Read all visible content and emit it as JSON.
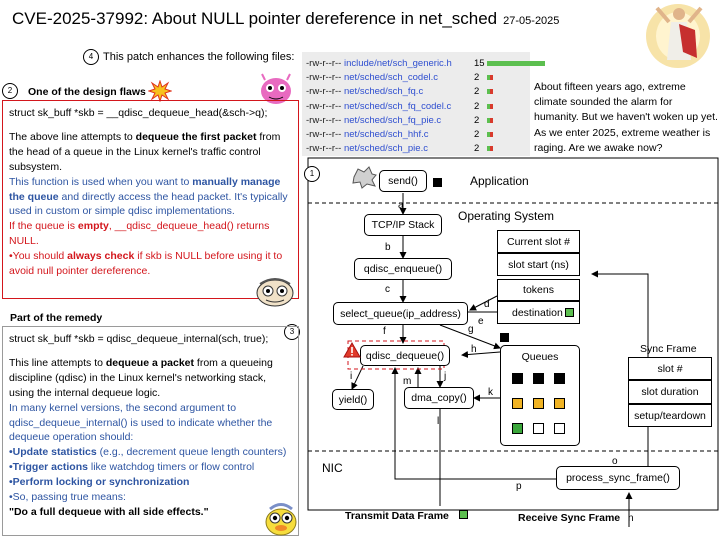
{
  "header": {
    "title": "CVE-2025-37992: About NULL pointer dereference in net_sched",
    "date": "27-05-2025"
  },
  "patch_note": {
    "badge": "4",
    "text": "This patch enhances the following files:"
  },
  "files": [
    {
      "perm": "-rw-r--r--",
      "path": "include/net/sch_generic.h",
      "count": "15",
      "add_fraction": 1.0
    },
    {
      "perm": "-rw-r--r--",
      "path": "net/sched/sch_codel.c",
      "count": "2",
      "add_fraction": 0.5
    },
    {
      "perm": "-rw-r--r--",
      "path": "net/sched/sch_fq.c",
      "count": "2",
      "add_fraction": 0.5
    },
    {
      "perm": "-rw-r--r--",
      "path": "net/sched/sch_fq_codel.c",
      "count": "2",
      "add_fraction": 0.5
    },
    {
      "perm": "-rw-r--r--",
      "path": "net/sched/sch_fq_pie.c",
      "count": "2",
      "add_fraction": 0.5
    },
    {
      "perm": "-rw-r--r--",
      "path": "net/sched/sch_hhf.c",
      "count": "2",
      "add_fraction": 0.5
    },
    {
      "perm": "-rw-r--r--",
      "path": "net/sched/sch_pie.c",
      "count": "2",
      "add_fraction": 0.5
    }
  ],
  "colors": {
    "add": "#5cbf4f",
    "del": "#d83a2c",
    "flaw_border": "#d3161c",
    "remedy_border": "#9a9a9a",
    "blue_text": "#2e55a2",
    "red_text": "#d3161c",
    "link": "#2f4fd0"
  },
  "climate_note": "About fifteen years ago, extreme climate sounded the alarm for humanity. But we haven't woken up yet. As we enter 2025, extreme weather is raging. Are we awake now?",
  "design_flaws": {
    "badge": "2",
    "heading": "One of the design flaws",
    "code": "struct sk_buff *skb = __qdisc_dequeue_head(&sch->q);",
    "p1_a": "The above line attempts to ",
    "p1_b": "dequeue the first packet",
    "p1_c": " from the head of a queue in the Linux kernel's traffic control subsystem.",
    "p2_a": "This function is used when you want to ",
    "p2_b": "manually manage the queue",
    "p2_c": " and directly access the head packet. It's typically used in custom or simple qdisc implementations.",
    "p3_a": "If the queue is ",
    "p3_b": "empty",
    "p3_c": ", __qdisc_dequeue_head() returns NULL.",
    "p4_a": "•You should ",
    "p4_b": "always check",
    "p4_c": " if skb is NULL before using it to avoid null pointer dereference."
  },
  "remedy": {
    "badge": "3",
    "heading": "Part of the remedy",
    "code": "struct sk_buff *skb = qdisc_dequeue_internal(sch, true);",
    "p1_a": "This line attempts to ",
    "p1_b": "dequeue a packet",
    "p1_c": " from a queueing discipline (qdisc) in the Linux kernel's networking stack, using the internal dequeue logic.",
    "p2": "In many kernel versions, the second argument to qdisc_dequeue_internal() is used to indicate whether the dequeue operation should:",
    "b1_a": "•Update statistics",
    "b1_b": " (e.g., decrement queue length counters)",
    "b2_a": "•Trigger actions",
    "b2_b": " like watchdog timers or flow control",
    "b3": "•Perform locking or synchronization",
    "p3": "•So, passing true means:",
    "p4": "\"Do a full dequeue with all side effects.\""
  },
  "diagram": {
    "badge": "1",
    "layers": {
      "application": "Application",
      "os": "Operating System",
      "nic": "NIC"
    },
    "boxes": {
      "send": "send()",
      "tcpip": "TCP/IP Stack",
      "enqueue": "qdisc_enqueue()",
      "select": "select_queue(ip_address)",
      "dequeue": "qdisc_dequeue()",
      "yield": "yield()",
      "dma": "dma_copy()",
      "current_slot": "Current slot #",
      "slot_start": "slot start (ns)",
      "tokens": "tokens",
      "destination": "destination",
      "queues": "Queues",
      "process_sync": "process_sync_frame()"
    },
    "sync_frame": {
      "title": "Sync Frame",
      "items": [
        "slot #",
        "slot duration",
        "setup/teardown"
      ]
    },
    "edges": [
      "a",
      "b",
      "c",
      "d",
      "e",
      "f",
      "g",
      "h",
      "i",
      "j",
      "k",
      "l",
      "m",
      "n",
      "o",
      "p"
    ],
    "bottom": {
      "transmit": "Transmit Data Frame",
      "receive": "Receive Sync Frame"
    },
    "queue_cells": [
      [
        "#000000",
        "#000000",
        "#000000"
      ],
      [
        "#f0b323",
        "#f0b323",
        "#f0b323"
      ],
      [
        "#3aa63a",
        "#ffffff",
        "#ffffff"
      ]
    ]
  }
}
